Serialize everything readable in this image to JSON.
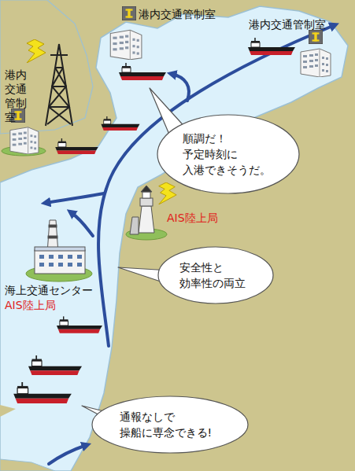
{
  "diagram": {
    "nodes": [
      {
        "text": [
          "順調だ！ 予定時刻に 入港できそうだ。"
        ]
      },
      {
        "text": [
          "安全性と 効率性の両立"
        ]
      },
      {
        "text": [
          "通報なしで 操船に専念できる!"
        ]
      }
    ],
    "labels": [
      "港内交通管制室",
      "港内交通管制室",
      "港内交通管制室",
      "AIS陸上局",
      "海上交通センター",
      "AIS陸上局"
    ]
  }
}
